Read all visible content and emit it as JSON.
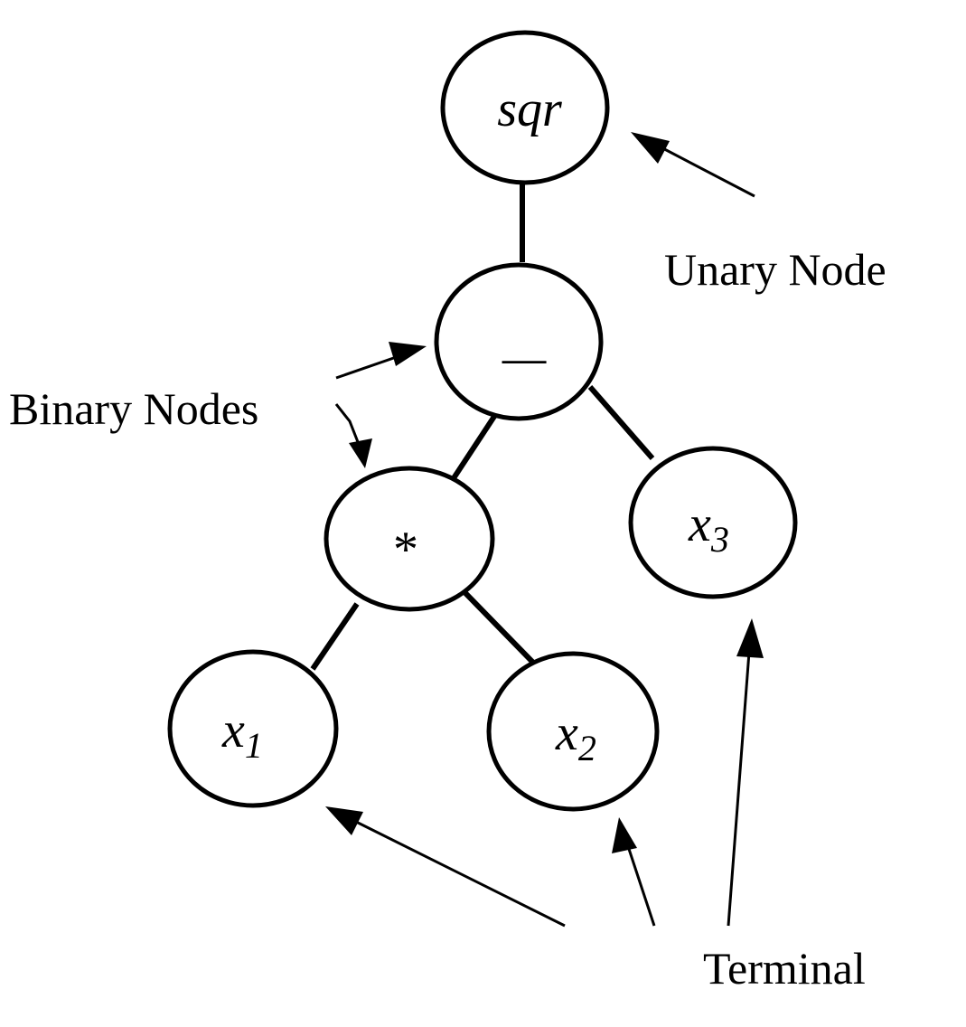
{
  "nodes": {
    "sqr": {
      "label": "sqr"
    },
    "minus": {
      "label": "_"
    },
    "times": {
      "label": "*"
    },
    "x1": {
      "base": "x",
      "sub": "1"
    },
    "x2": {
      "base": "x",
      "sub": "2"
    },
    "x3": {
      "base": "x",
      "sub": "3"
    }
  },
  "annotations": {
    "unary": "Unary Node",
    "binary": "Binary Nodes",
    "terminal": "Terminal"
  },
  "colors": {
    "stroke": "#000000",
    "background": "#ffffff"
  }
}
